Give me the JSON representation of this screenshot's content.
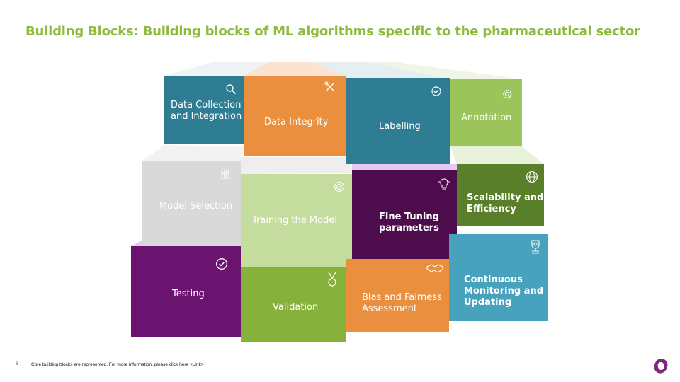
{
  "title": "Building Blocks: Building blocks of ML algorithms specific to the pharmaceutical sector",
  "blocks": [
    {
      "label": "Data Collection\nand Integration",
      "icon": "search-icon",
      "color": "#2e7d92"
    },
    {
      "label": "Data Integrity",
      "icon": "tools-icon",
      "color": "#ea8f3e"
    },
    {
      "label": "Labelling",
      "icon": "check-circle-icon",
      "color": "#2e7d92"
    },
    {
      "label": "Annotation",
      "icon": "gear-icon",
      "color": "#9bc55a"
    },
    {
      "label": "Model Selection",
      "icon": "people-icon",
      "color": "#d9d9d9"
    },
    {
      "label": "Training the Model",
      "icon": "target-icon",
      "color": "#c4dc9e"
    },
    {
      "label": "Fine Tuning\nparameters",
      "icon": "lightbulb-icon",
      "color": "#4d0d4d"
    },
    {
      "label": "Scalability and\nEfficiency",
      "icon": "globe-icon",
      "color": "#5a7f2b"
    },
    {
      "label": "Testing",
      "icon": "check-circle-icon",
      "color": "#6a1470"
    },
    {
      "label": "Validation",
      "icon": "medal-icon",
      "color": "#86b13a"
    },
    {
      "label": "Bias and Fairness\nAssessment",
      "icon": "handshake-icon",
      "color": "#ea8f3e"
    },
    {
      "label": "Continuous\nMonitoring and\nUpdating",
      "icon": "trophy-icon",
      "color": "#47a3bd"
    }
  ],
  "footer": {
    "page_number": "8",
    "note": "Core building blocks are represented. For more information, please click here <Link>"
  },
  "logo": "company-logo"
}
